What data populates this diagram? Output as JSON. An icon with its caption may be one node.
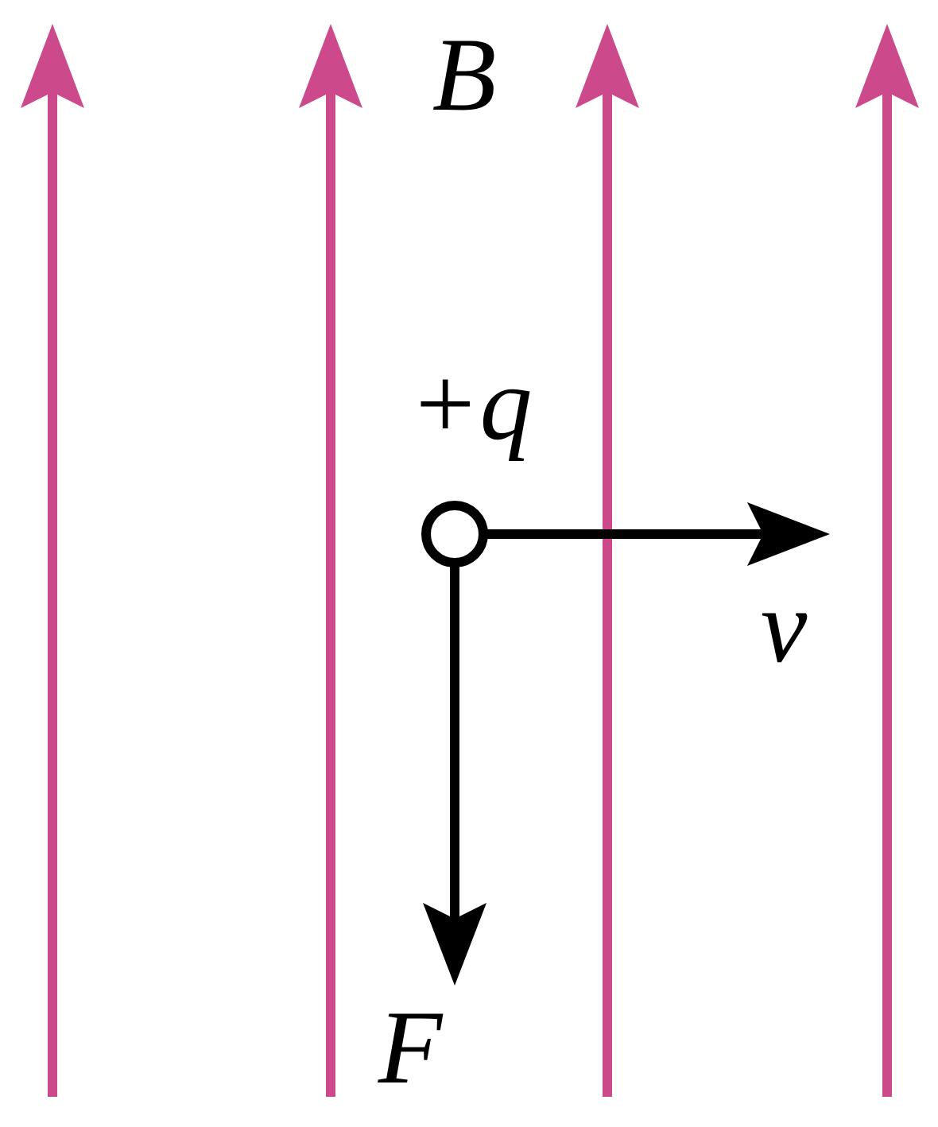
{
  "diagram": {
    "labels": [
      "B",
      "+q",
      "v",
      "F"
    ]
  }
}
